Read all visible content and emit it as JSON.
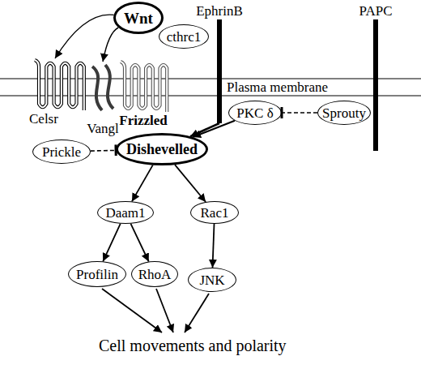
{
  "diagram": {
    "nodes": [
      {
        "text": [
          "Wnt"
        ]
      },
      {
        "text": [
          "EphrinB"
        ]
      },
      {
        "text": [
          "PAPC"
        ]
      },
      {
        "text": [
          "cthrc1"
        ]
      },
      {
        "text": [
          "Celsr"
        ]
      },
      {
        "text": [
          "Vangl"
        ]
      },
      {
        "text": [
          "Frizzled"
        ]
      },
      {
        "text": [
          "PKC δ"
        ]
      },
      {
        "text": [
          "Sprouty"
        ]
      },
      {
        "text": [
          "Prickle"
        ]
      },
      {
        "text": [
          "Dishevelled"
        ]
      },
      {
        "text": [
          "Daam1"
        ]
      },
      {
        "text": [
          "Rac1"
        ]
      },
      {
        "text": [
          "Profilin"
        ]
      },
      {
        "text": [
          "RhoA"
        ]
      },
      {
        "text": [
          "JNK"
        ]
      }
    ],
    "edges": [
      {
        "from": 0,
        "to": 4,
        "arrow": "to"
      },
      {
        "from": 0,
        "to": 5,
        "arrow": "to"
      },
      {
        "from": 9,
        "to": 10,
        "arrow": "to"
      },
      {
        "from": 1,
        "to": 10,
        "arrow": "to"
      },
      {
        "from": 7,
        "to": 10,
        "arrow": "to"
      },
      {
        "from": 8,
        "to": 7,
        "arrow": "to"
      },
      {
        "from": 10,
        "to": 11,
        "arrow": "to"
      },
      {
        "from": 10,
        "to": 12,
        "arrow": "to"
      },
      {
        "from": 11,
        "to": 13,
        "arrow": "to"
      },
      {
        "from": 11,
        "to": 14,
        "arrow": "to"
      },
      {
        "from": 12,
        "to": 15,
        "arrow": "to"
      }
    ],
    "labels": [
      "Plasma membrane",
      "Cell movements and polarity"
    ]
  }
}
